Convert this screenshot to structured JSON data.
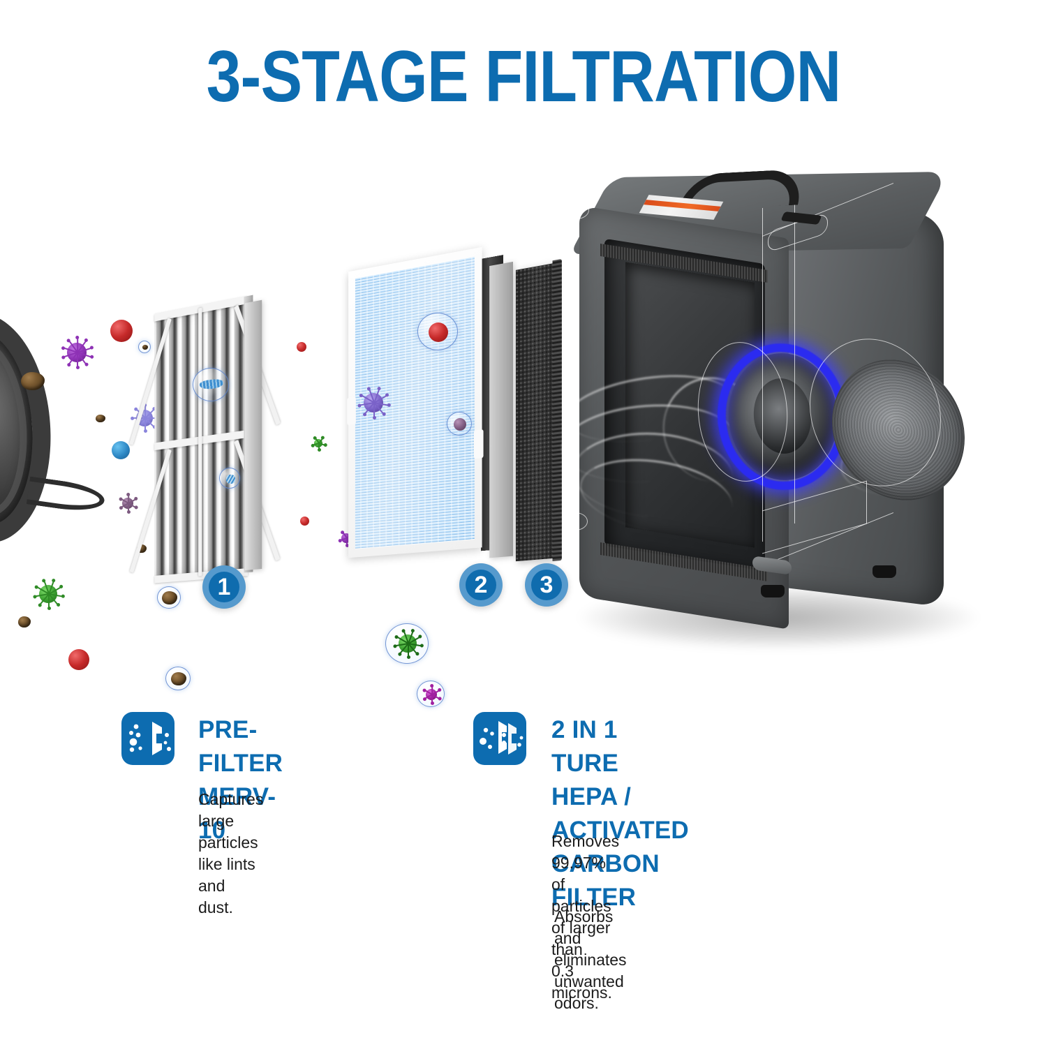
{
  "title": "3-STAGE FILTRATION",
  "theme": {
    "brand_blue": "#0d6cb0",
    "badge_ring": "#6aa6d6",
    "glow_blue": "#2b2bf0",
    "body_text": "#1c1c1c",
    "background": "#ffffff"
  },
  "illustration": {
    "stages": [
      {
        "number": "1",
        "name": "pre-filter-panel"
      },
      {
        "number": "2",
        "name": "hepa-filter-panel"
      },
      {
        "number": "3",
        "name": "activated-carbon-panel"
      }
    ],
    "device": {
      "name": "air-scrubber-unit",
      "parts": [
        "carry-handle",
        "product-sticker",
        "filter-cavity",
        "fan-intake",
        "air-outlet",
        "latch",
        "rubber-feet"
      ]
    },
    "contaminants": [
      "virus",
      "bacteria",
      "dust",
      "lint",
      "pollen"
    ]
  },
  "features": [
    {
      "icon": "pre-filter-icon",
      "heading": "PRE-FILTER\nMERV-10",
      "heading_lines": [
        "PRE-FILTER",
        "MERV-10"
      ],
      "paragraphs": [
        "Captures large\nparticles like lints\nand dust."
      ],
      "paragraph_lines": [
        [
          "Captures large",
          "particles like lints",
          "and dust."
        ]
      ]
    },
    {
      "icon": "hepa-carbon-filter-icon",
      "heading": "2 IN 1 TURE HEPA /\nACTIVATED CARBON\nFILTER",
      "heading_lines": [
        "2 IN 1 TURE HEPA /",
        "ACTIVATED CARBON",
        "FILTER"
      ],
      "paragraphs": [
        "Removes 99.97% of\nparticles of larger than\n0.3 microns.",
        "Absorbs and eliminates\nunwanted odors."
      ],
      "paragraph_lines": [
        [
          "Removes 99.97% of",
          "particles of larger than",
          "0.3 microns."
        ],
        [
          "Absorbs and eliminates",
          "unwanted odors."
        ]
      ]
    }
  ]
}
